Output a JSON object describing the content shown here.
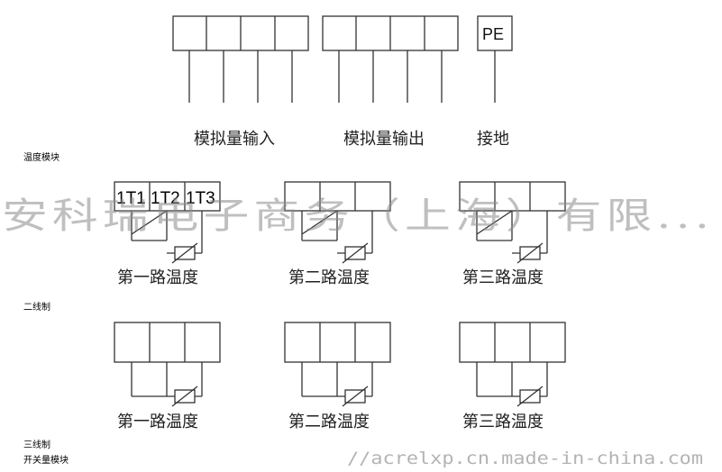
{
  "top_groups": {
    "analog_input_label": "模拟量输入",
    "analog_output_label": "模拟量输出",
    "ground_label": "接地",
    "pe_terminal": "PE"
  },
  "sections": {
    "temperature_module": "温度模块",
    "two_wire": "二线制",
    "three_wire": "三线制",
    "switch_module": "开关量模块"
  },
  "two_wire_terminals": [
    "1T1",
    "1T2",
    "1T3"
  ],
  "channels": {
    "ch1": "第一路温度",
    "ch2": "第二路温度",
    "ch3": "第三路温度"
  },
  "watermark": {
    "company": "安科瑞电子商务（上海）有限...",
    "url": "//acrelxp.cn.made-in-china.com"
  }
}
